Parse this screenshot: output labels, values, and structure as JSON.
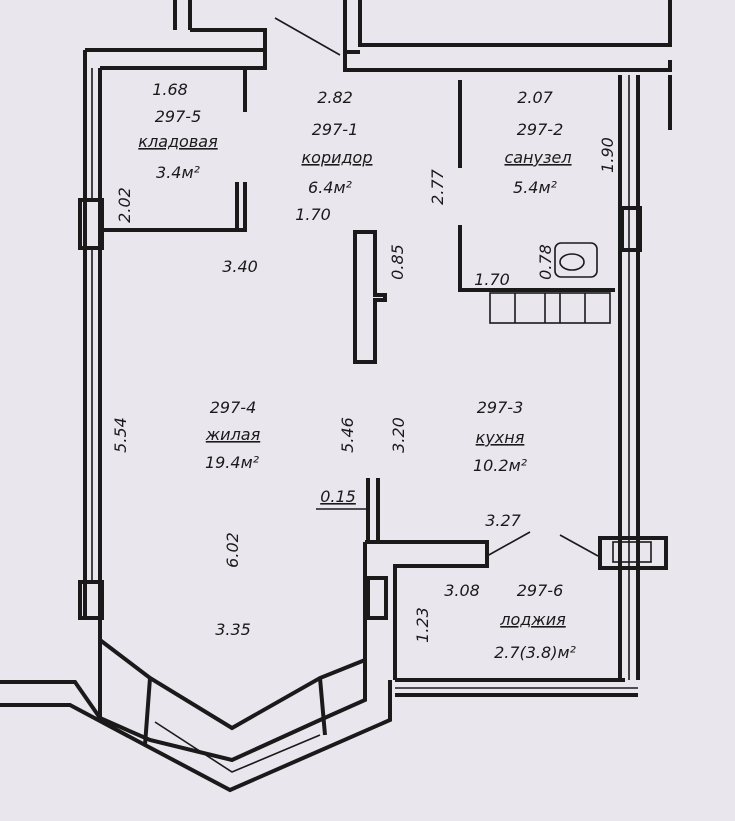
{
  "rooms": [
    {
      "id": "297-5",
      "name": "кладовая",
      "area": "3.4м²"
    },
    {
      "id": "297-1",
      "name": "коридор",
      "area": "6.4м²"
    },
    {
      "id": "297-2",
      "name": "санузел",
      "area": "5.4м²"
    },
    {
      "id": "297-4",
      "name": "жилая",
      "area": "19.4м²"
    },
    {
      "id": "297-3",
      "name": "кухня",
      "area": "10.2м²"
    },
    {
      "id": "297-6",
      "name": "лоджия",
      "area": "2.7(3.8)м²"
    }
  ],
  "dims": {
    "d1_68": "1.68",
    "d2_02": "2.02",
    "d3_40": "3.40",
    "d2_82": "2.82",
    "d1_70a": "1.70",
    "d0_85": "0.85",
    "d2_07": "2.07",
    "d1_90": "1.90",
    "d2_77": "2.77",
    "d0_78": "0.78",
    "d1_70b": "1.70",
    "d5_54": "5.54",
    "d5_46": "5.46",
    "d3_20": "3.20",
    "d0_15": "0.15",
    "d3_27": "3.27",
    "d6_02": "6.02",
    "d3_08": "3.08",
    "d1_23": "1.23",
    "d3_35": "3.35"
  }
}
